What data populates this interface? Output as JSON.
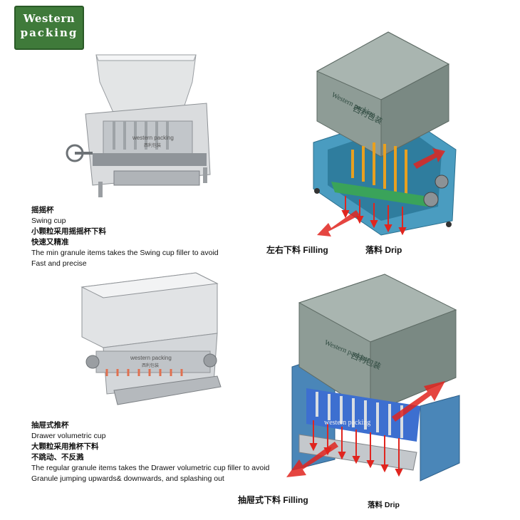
{
  "logo": {
    "line1": "Western",
    "line2": "packing"
  },
  "machine_watermark": "western packing",
  "machine_cn_mark": "西利包装",
  "box_brand": {
    "en": "Western packing",
    "cn": "西利包装"
  },
  "swing": {
    "title_cn": "摇摇杯",
    "title_en": "Swing  cup",
    "desc_cn": "小颗粒采用摇摇杯下料",
    "desc_cn2": "快速又精准",
    "desc_en": "The min granule items takes the Swing  cup filler to avoid",
    "desc_en2": "Fast and precise"
  },
  "drawer": {
    "title_cn": "抽屉式推杯",
    "title_en": "Drawer volumetric cup",
    "desc_cn": "大颗粒采用推杯下料",
    "desc_cn2": "不跳动、不反溅",
    "desc_en": "The regular granule items takes the Drawer volumetric cup filler to avoid",
    "desc_en2": "Granule jumping upwards& downwards, and splashing out"
  },
  "labels_top": {
    "filling_cn": "左右下料",
    "filling_en": "Filling",
    "drip_cn": "落料",
    "drip_en": "Drip"
  },
  "labels_bottom": {
    "filling_cn": "抽屉式下料",
    "filling_en": "Filling",
    "drip_cn": "落料",
    "drip_en": "Drip"
  },
  "colors": {
    "logo_bg": "#3f7a3a",
    "arrow_red": "#e0251f",
    "frame_blue": "#3a8fb0",
    "hopper_gray": "#8c9a94",
    "steel": "#c9cccf"
  }
}
